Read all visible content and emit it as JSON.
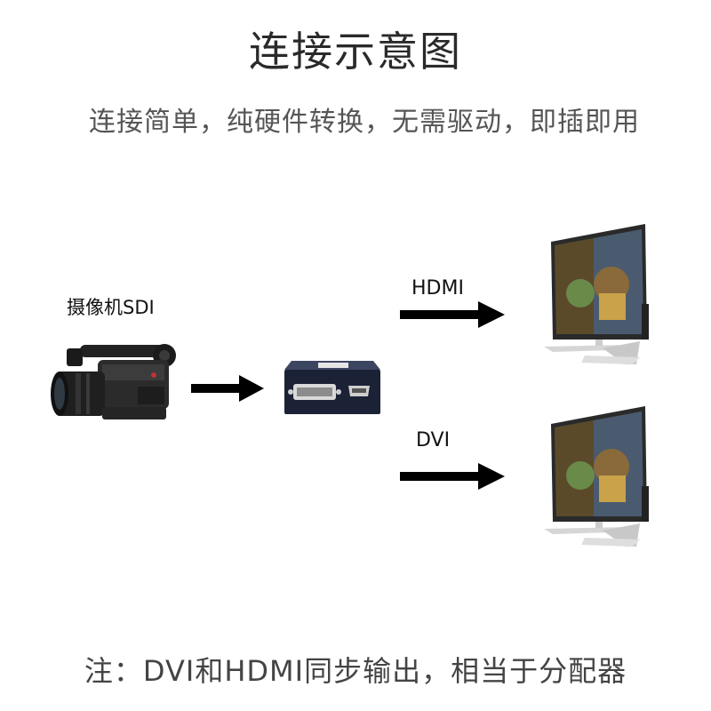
{
  "title": "连接示意图",
  "subtitle": "连接简单，纯硬件转换，无需驱动，即插即用",
  "labels": {
    "camera": "摄像机SDI",
    "hdmi_output": "HDMI",
    "dvi_output": "DVI"
  },
  "note": "注：DVI和HDMI同步输出，相当于分配器",
  "icons": {
    "camera": "video-camera-icon",
    "converter": "sdi-converter-box-icon",
    "monitor": "monitor-icon",
    "arrow": "arrow-right-icon"
  }
}
